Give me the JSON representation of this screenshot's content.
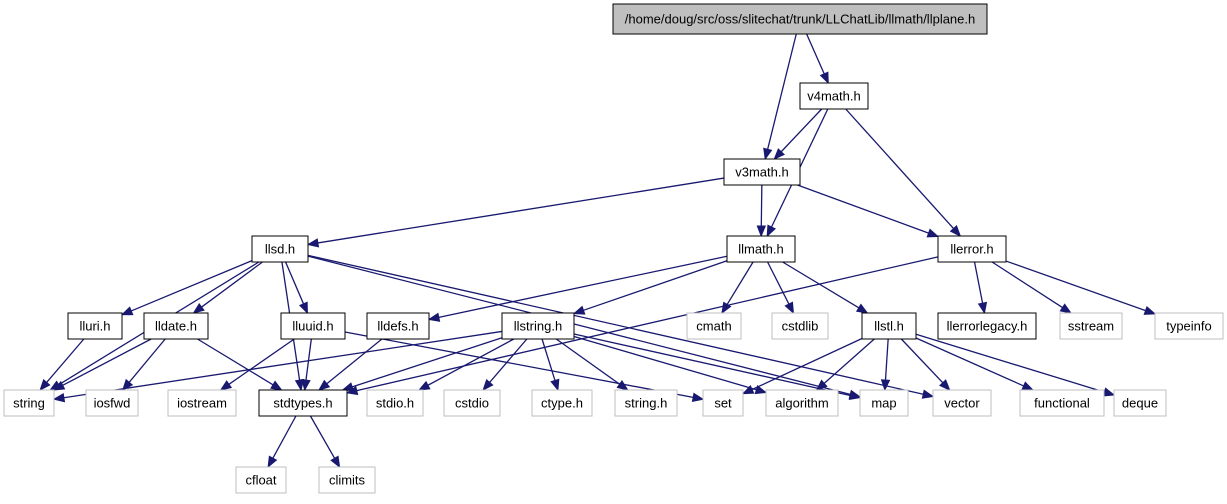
{
  "diagram": {
    "colors": {
      "edge": "#191970",
      "root_fill": "#bfbfbf",
      "local_border": "#000000",
      "system_border": "#bfbfbf",
      "system_text": "#404040",
      "fill": "#ffffff"
    },
    "nodes": [
      {
        "id": "llplane",
        "label": "/home/doug/src/oss/slitechat/trunk/LLChatLib/llmath/llplane.h",
        "kind": "root"
      },
      {
        "id": "v4math",
        "label": "v4math.h",
        "kind": "local"
      },
      {
        "id": "v3math",
        "label": "v3math.h",
        "kind": "local"
      },
      {
        "id": "llsd",
        "label": "llsd.h",
        "kind": "local"
      },
      {
        "id": "llmath",
        "label": "llmath.h",
        "kind": "local"
      },
      {
        "id": "llerror",
        "label": "llerror.h",
        "kind": "local"
      },
      {
        "id": "lluri",
        "label": "lluri.h",
        "kind": "local"
      },
      {
        "id": "lldate",
        "label": "lldate.h",
        "kind": "local"
      },
      {
        "id": "lluuid",
        "label": "lluuid.h",
        "kind": "local"
      },
      {
        "id": "lldefs",
        "label": "lldefs.h",
        "kind": "local"
      },
      {
        "id": "llstring",
        "label": "llstring.h",
        "kind": "local"
      },
      {
        "id": "cmath",
        "label": "cmath",
        "kind": "system"
      },
      {
        "id": "cstdlib",
        "label": "cstdlib",
        "kind": "system"
      },
      {
        "id": "llstl",
        "label": "llstl.h",
        "kind": "local"
      },
      {
        "id": "llerrorlegacy",
        "label": "llerrorlegacy.h",
        "kind": "local"
      },
      {
        "id": "sstream",
        "label": "sstream",
        "kind": "system"
      },
      {
        "id": "typeinfo",
        "label": "typeinfo",
        "kind": "system"
      },
      {
        "id": "string",
        "label": "string",
        "kind": "system"
      },
      {
        "id": "iosfwd",
        "label": "iosfwd",
        "kind": "system"
      },
      {
        "id": "iostream",
        "label": "iostream",
        "kind": "system"
      },
      {
        "id": "stdtypes",
        "label": "stdtypes.h",
        "kind": "local"
      },
      {
        "id": "stdio",
        "label": "stdio.h",
        "kind": "system"
      },
      {
        "id": "cstdio",
        "label": "cstdio",
        "kind": "system"
      },
      {
        "id": "ctype",
        "label": "ctype.h",
        "kind": "system"
      },
      {
        "id": "string_h",
        "label": "string.h",
        "kind": "system"
      },
      {
        "id": "set",
        "label": "set",
        "kind": "system"
      },
      {
        "id": "algorithm",
        "label": "algorithm",
        "kind": "system"
      },
      {
        "id": "map",
        "label": "map",
        "kind": "system"
      },
      {
        "id": "vector",
        "label": "vector",
        "kind": "system"
      },
      {
        "id": "functional",
        "label": "functional",
        "kind": "system"
      },
      {
        "id": "deque",
        "label": "deque",
        "kind": "system"
      },
      {
        "id": "cfloat",
        "label": "cfloat",
        "kind": "system"
      },
      {
        "id": "climits",
        "label": "climits",
        "kind": "system"
      }
    ],
    "edges": [
      {
        "from": "llplane",
        "to": "v4math"
      },
      {
        "from": "llplane",
        "to": "v3math"
      },
      {
        "from": "v4math",
        "to": "v3math"
      },
      {
        "from": "v4math",
        "to": "llmath"
      },
      {
        "from": "v4math",
        "to": "llerror"
      },
      {
        "from": "v3math",
        "to": "llsd"
      },
      {
        "from": "v3math",
        "to": "llmath"
      },
      {
        "from": "v3math",
        "to": "llerror"
      },
      {
        "from": "llsd",
        "to": "string"
      },
      {
        "from": "llsd",
        "to": "lluri"
      },
      {
        "from": "llsd",
        "to": "lldate"
      },
      {
        "from": "llsd",
        "to": "stdtypes"
      },
      {
        "from": "llsd",
        "to": "lluuid"
      },
      {
        "from": "llsd",
        "to": "map"
      },
      {
        "from": "llsd",
        "to": "vector"
      },
      {
        "from": "llmath",
        "to": "lldefs"
      },
      {
        "from": "llmath",
        "to": "llstring"
      },
      {
        "from": "llmath",
        "to": "cmath"
      },
      {
        "from": "llmath",
        "to": "cstdlib"
      },
      {
        "from": "llmath",
        "to": "llstl"
      },
      {
        "from": "llerror",
        "to": "stdtypes"
      },
      {
        "from": "llerror",
        "to": "llerrorlegacy"
      },
      {
        "from": "llerror",
        "to": "sstream"
      },
      {
        "from": "llerror",
        "to": "typeinfo"
      },
      {
        "from": "lluri",
        "to": "string"
      },
      {
        "from": "lldate",
        "to": "string"
      },
      {
        "from": "lldate",
        "to": "iosfwd"
      },
      {
        "from": "lldate",
        "to": "stdtypes"
      },
      {
        "from": "lluuid",
        "to": "iostream"
      },
      {
        "from": "lluuid",
        "to": "stdtypes"
      },
      {
        "from": "lluuid",
        "to": "set"
      },
      {
        "from": "lldefs",
        "to": "stdtypes"
      },
      {
        "from": "llstring",
        "to": "string"
      },
      {
        "from": "llstring",
        "to": "stdtypes"
      },
      {
        "from": "llstring",
        "to": "stdio"
      },
      {
        "from": "llstring",
        "to": "cstdio"
      },
      {
        "from": "llstring",
        "to": "ctype"
      },
      {
        "from": "llstring",
        "to": "string_h"
      },
      {
        "from": "llstring",
        "to": "algorithm"
      },
      {
        "from": "llstring",
        "to": "map"
      },
      {
        "from": "llstl",
        "to": "set"
      },
      {
        "from": "llstl",
        "to": "algorithm"
      },
      {
        "from": "llstl",
        "to": "map"
      },
      {
        "from": "llstl",
        "to": "vector"
      },
      {
        "from": "llstl",
        "to": "functional"
      },
      {
        "from": "llstl",
        "to": "deque"
      },
      {
        "from": "stdtypes",
        "to": "cfloat"
      },
      {
        "from": "stdtypes",
        "to": "climits"
      }
    ]
  }
}
